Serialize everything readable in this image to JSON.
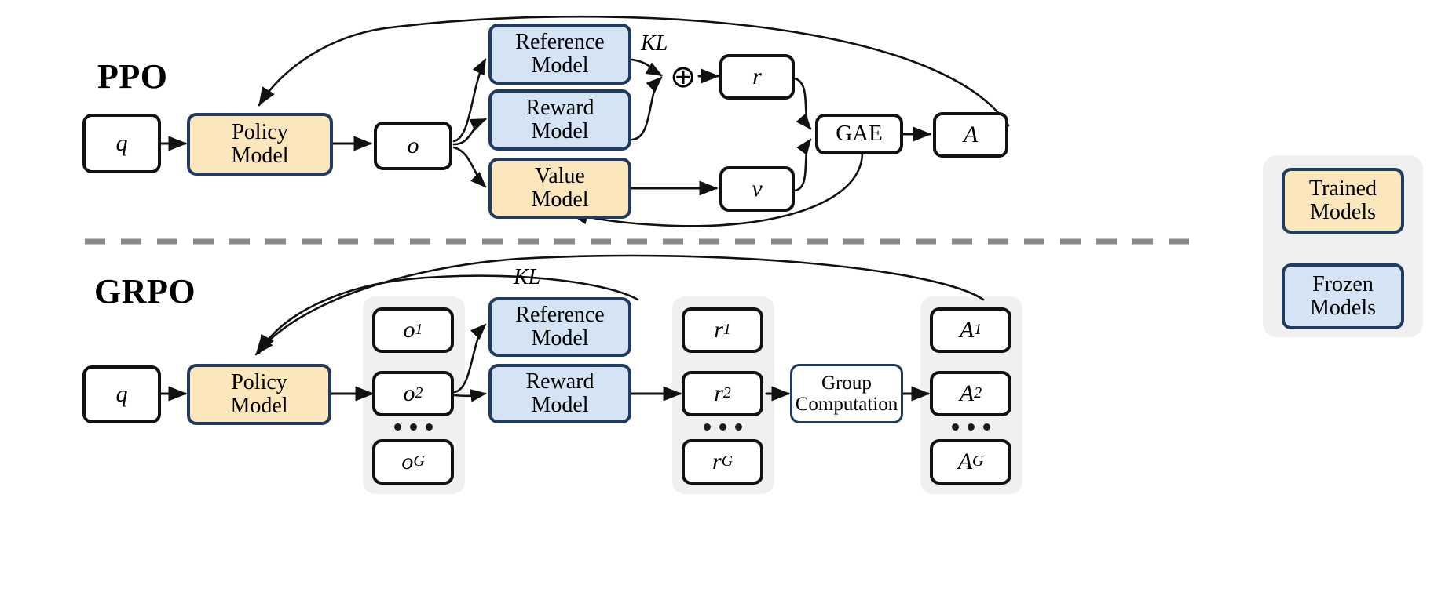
{
  "figure": {
    "title_ppo": "PPO",
    "title_grpo": "GRPO",
    "divider": "dashed-horizontal-separator"
  },
  "legend": {
    "items": [
      {
        "label_line1": "Trained",
        "label_line2": "Models",
        "style": "trained",
        "color": "#fbe7bb"
      },
      {
        "label_line1": "Frozen",
        "label_line2": "Models",
        "style": "frozen",
        "color": "#d4e4f4"
      }
    ],
    "panel_color": "#f0f0f0",
    "border_color": "#1f3c60"
  },
  "ppo": {
    "nodes": {
      "query": "q",
      "policy_line1": "Policy",
      "policy_line2": "Model",
      "output": "o",
      "reference_line1": "Reference",
      "reference_line2": "Model",
      "reward_line1": "Reward",
      "reward_line2": "Model",
      "value_line1": "Value",
      "value_line2": "Model",
      "reward_scalar": "r",
      "value_scalar": "v",
      "gae": "GAE",
      "advantage": "A"
    },
    "edge_labels": {
      "kl": "KL",
      "combine": "⊕"
    }
  },
  "grpo": {
    "nodes": {
      "query": "q",
      "policy_line1": "Policy",
      "policy_line2": "Model",
      "reference_line1": "Reference",
      "reference_line2": "Model",
      "reward_line1": "Reward",
      "reward_line2": "Model",
      "group_line1": "Group",
      "group_line2": "Computation"
    },
    "outputs": [
      {
        "base": "o",
        "sub": "1"
      },
      {
        "base": "o",
        "sub": "2"
      },
      {
        "base": "o",
        "sub": "G"
      }
    ],
    "rewards": [
      {
        "base": "r",
        "sub": "1"
      },
      {
        "base": "r",
        "sub": "2"
      },
      {
        "base": "r",
        "sub": "G"
      }
    ],
    "advantages": [
      {
        "base": "A",
        "sub": "1"
      },
      {
        "base": "A",
        "sub": "2"
      },
      {
        "base": "A",
        "sub": "G"
      }
    ],
    "edge_labels": {
      "kl": "KL"
    },
    "ellipsis": "..."
  },
  "colors": {
    "trained_fill": "#fbe7bb",
    "frozen_fill": "#d4e4f4",
    "node_border_dark": "#1f3c60",
    "node_border_black": "#111111",
    "panel_gray": "#f0f0f0",
    "divider_gray": "#8a8a8a",
    "background": "#ffffff"
  }
}
